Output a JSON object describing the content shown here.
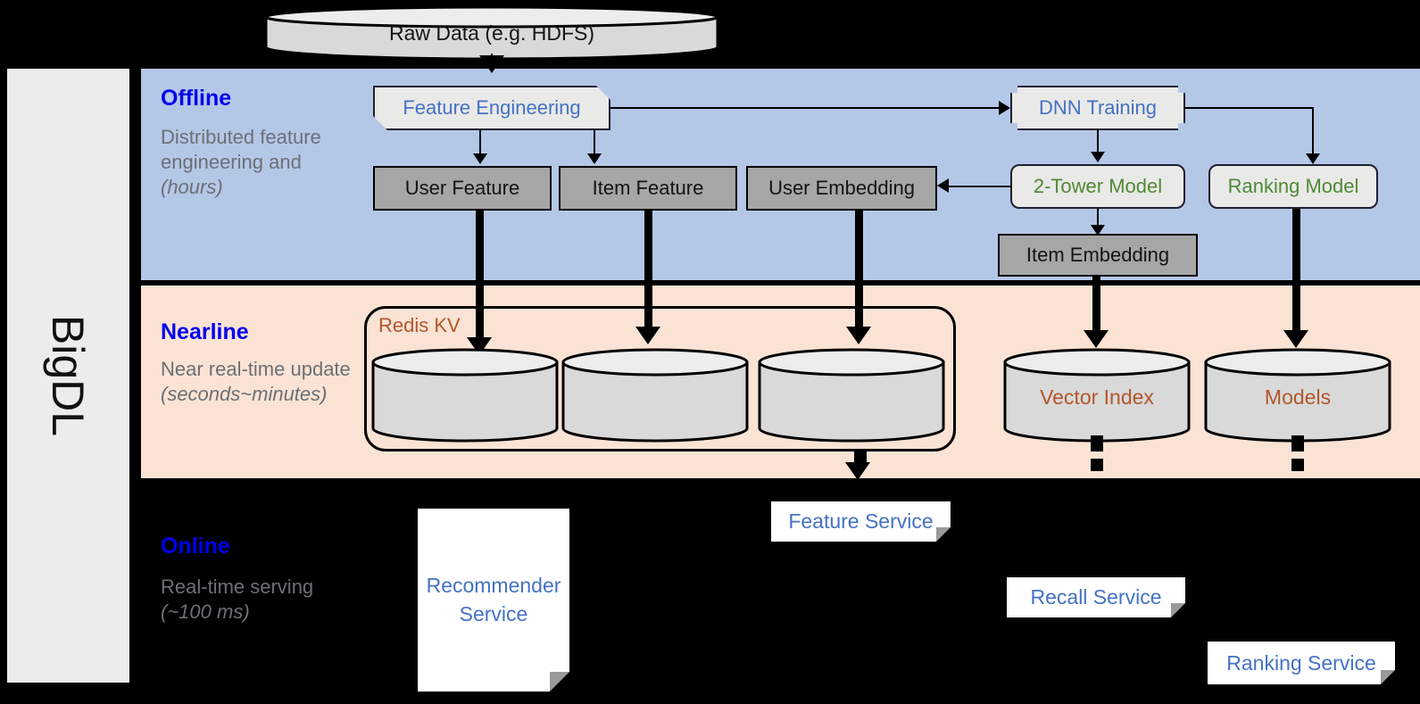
{
  "sidebar": {
    "label": "BigDL"
  },
  "stages": [
    {
      "id": "offline",
      "title": "Offline",
      "subtitle": "Distributed feature engineering and ",
      "subtitle_em": "(hours)"
    },
    {
      "id": "nearline",
      "title": "Nearline",
      "subtitle": "Near real-time update ",
      "subtitle_em": "(seconds~minutes)"
    },
    {
      "id": "online",
      "title": "Online",
      "subtitle": "Real-time serving ",
      "subtitle_em": "(~100 ms)"
    }
  ],
  "source": {
    "label": "Raw Data (e.g. HDFS)"
  },
  "offline": {
    "feature_engineering": "Feature Engineering",
    "dnn_training": "DNN Training",
    "user_feature": "User Feature",
    "item_feature": "Item Feature",
    "user_embedding": "User Embedding",
    "two_tower_model": "2-Tower Model",
    "ranking_model": "Ranking Model",
    "item_embedding": "Item Embedding"
  },
  "nearline": {
    "redis_group": "Redis KV",
    "stores": [
      "",
      "",
      ""
    ],
    "vector_index": "Vector Index",
    "models": "Models"
  },
  "online": {
    "recommender_service": "Recommender Service",
    "feature_service": "Feature Service",
    "recall_service": "Recall Service",
    "ranking_service": "Ranking Service"
  },
  "colors": {
    "offline_band": "#b4c7e7",
    "nearline_band": "#fae3d4",
    "online_band": "#000000",
    "stage_title": "#0000ee",
    "stage_sub": "#6b7075",
    "blue_node_text": "#4472c4",
    "green_node_text": "#4f8a35",
    "store_label": "#b2562a",
    "grey_box": "#a6a6a6",
    "proc_box": "#e9e9e7"
  }
}
